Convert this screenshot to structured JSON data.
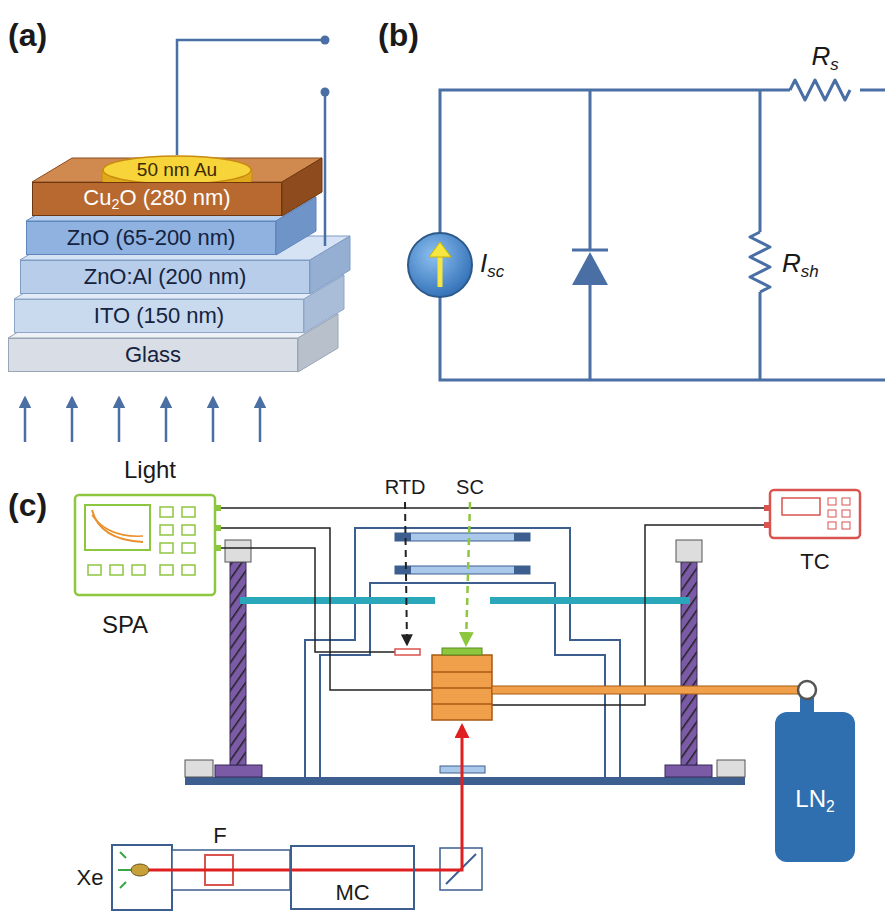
{
  "diagram": {
    "nodes": [
      {
        "text": [
          "50 nm Au"
        ]
      },
      {
        "text": [
          "Cu2O (280 nm)"
        ]
      },
      {
        "text": [
          "ZnO (65-200 nm)"
        ]
      },
      {
        "text": [
          "ZnO:Al (200 nm)"
        ]
      },
      {
        "text": [
          "ITO (150 nm)"
        ]
      },
      {
        "text": [
          "Glass"
        ]
      },
      {
        "text": [
          "MC"
        ]
      },
      {
        "text": [
          "LN2"
        ]
      }
    ],
    "labels": [
      "(a)",
      "(b)",
      "Rs",
      "Isc",
      "Rsh",
      "Light",
      "(c)",
      "SPA",
      "RTD",
      "SC",
      "TC",
      "F",
      "Xe"
    ]
  }
}
